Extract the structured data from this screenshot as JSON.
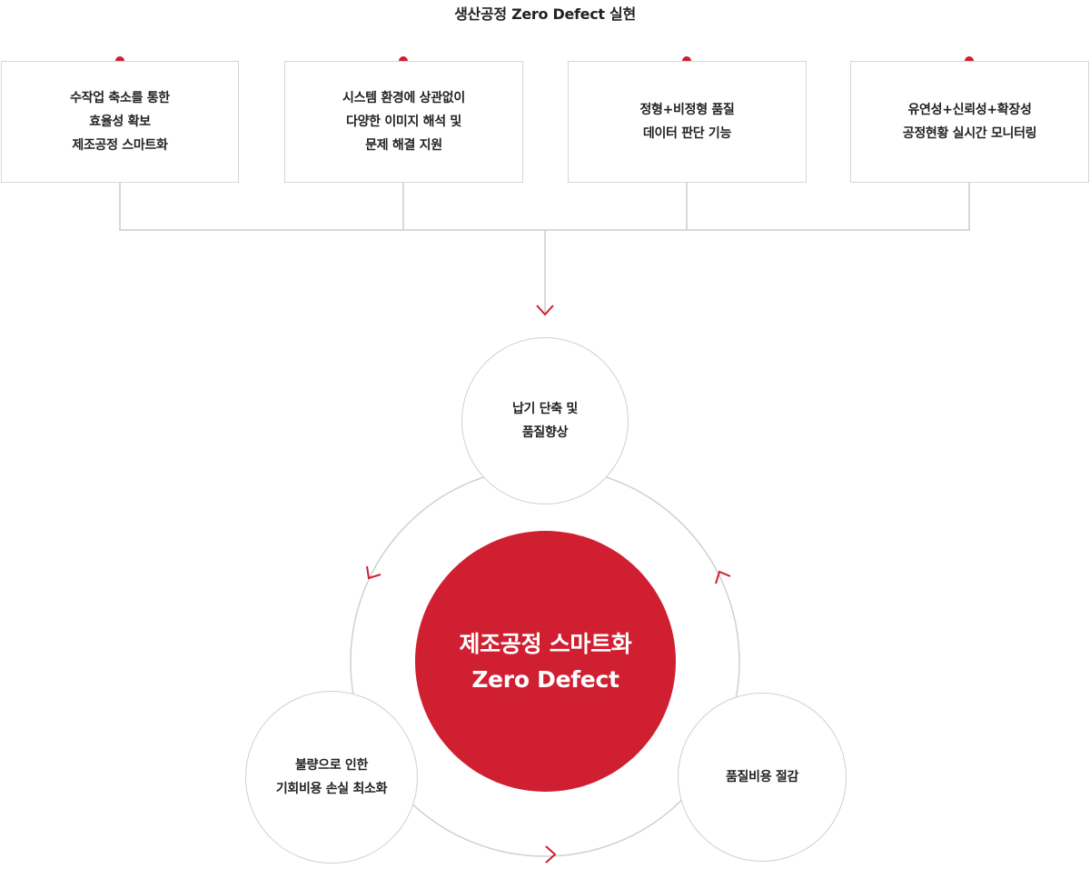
{
  "title": "생산공정 Zero Defect 실현",
  "boxes": [
    {
      "lines": [
        "수작업 축소를 통한",
        "효율성 확보",
        "제조공정 스마트화"
      ]
    },
    {
      "lines": [
        "시스템 환경에 상관없이",
        "다양한 이미지 해석 및",
        "문제 해결 지원"
      ]
    },
    {
      "lines": [
        "정형+비정형 품질",
        "데이터 판단 기능"
      ]
    },
    {
      "lines": [
        "유연성+신뢰성+확장성",
        "공정현황 실시간 모니터링"
      ]
    }
  ],
  "cycle": {
    "top": {
      "lines": [
        "납기 단축 및",
        "품질향상"
      ]
    },
    "bottom_left": {
      "lines": [
        "불량으로 인한",
        "기회비용 손실 최소화"
      ]
    },
    "bottom_right": {
      "lines": [
        "품질비용 절감"
      ]
    }
  },
  "center": {
    "lines": [
      "제조공정 스마트화",
      "Zero Defect"
    ]
  },
  "colors": {
    "accent": "#cf1f30",
    "line": "#cccccc",
    "border": "#d6d6d6",
    "text": "#222222"
  }
}
